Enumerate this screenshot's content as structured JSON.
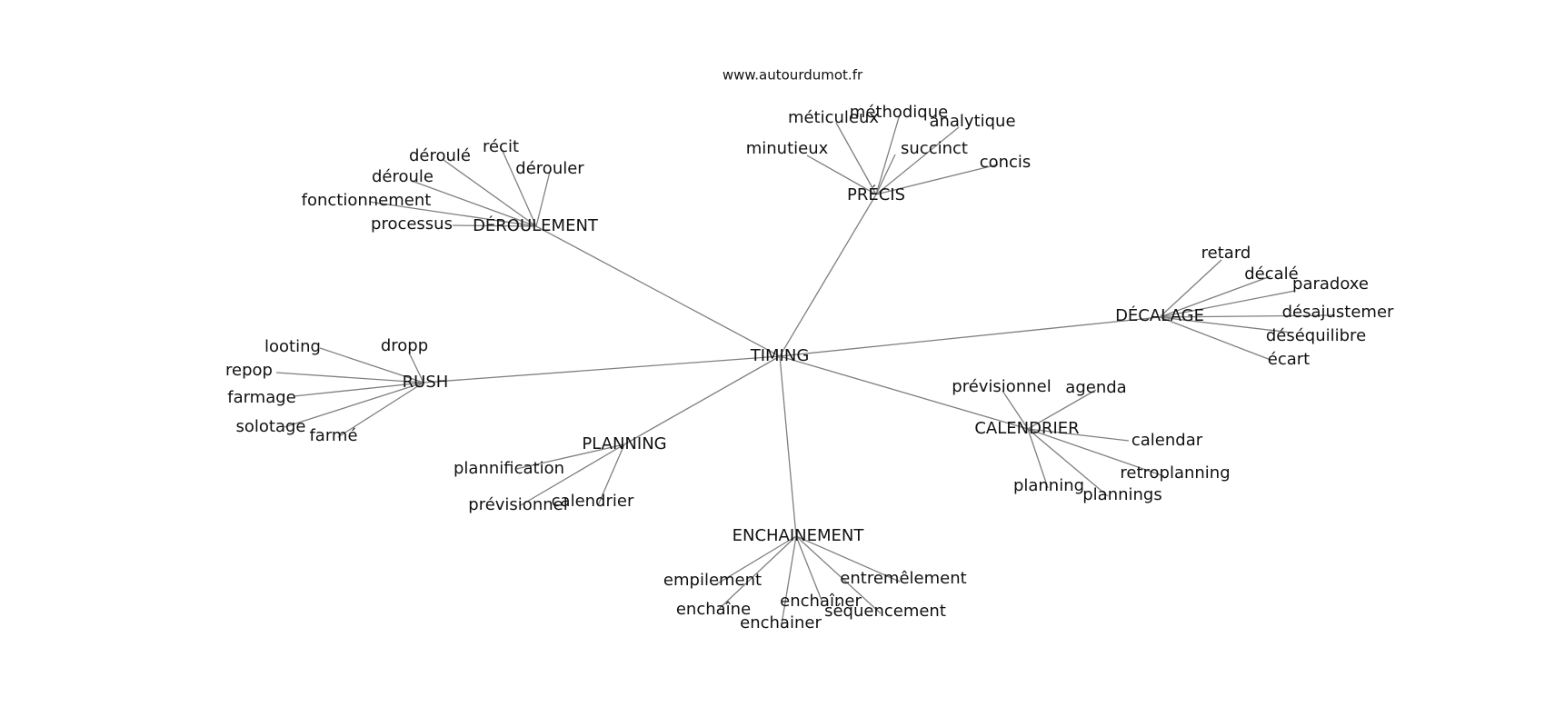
{
  "source_label": "www.autourdumot.fr",
  "edge_color": "#7f7f7f",
  "center": "TIMING",
  "hubs": [
    {
      "label": "PRÉCIS",
      "leaves": [
        "méticuleux",
        "méthodique",
        "analytique",
        "minutieux",
        "succinct",
        "concis"
      ]
    },
    {
      "label": "DÉROULEMENT",
      "leaves": [
        "déroulé",
        "récit",
        "dérouler",
        "déroule",
        "fonctionnement",
        "processus"
      ]
    },
    {
      "label": "DÉCALAGE",
      "leaves": [
        "retard",
        "décalé",
        "paradoxe",
        "désajustemer",
        "déséquilibre",
        "écart"
      ]
    },
    {
      "label": "RUSH",
      "leaves": [
        "looting",
        "dropp",
        "repop",
        "farmage",
        "solotage",
        "farmé"
      ]
    },
    {
      "label": "CALENDRIER",
      "leaves": [
        "prévisionnel",
        "agenda",
        "calendar",
        "retroplanning",
        "plannings",
        "planning"
      ]
    },
    {
      "label": "PLANNING",
      "leaves": [
        "plannification",
        "prévisionnel",
        "calendrier"
      ]
    },
    {
      "label": "ENCHAINEMENT",
      "leaves": [
        "empilement",
        "entremêlement",
        "enchaîne",
        "enchaîner",
        "séquencement",
        "enchainer"
      ]
    }
  ]
}
